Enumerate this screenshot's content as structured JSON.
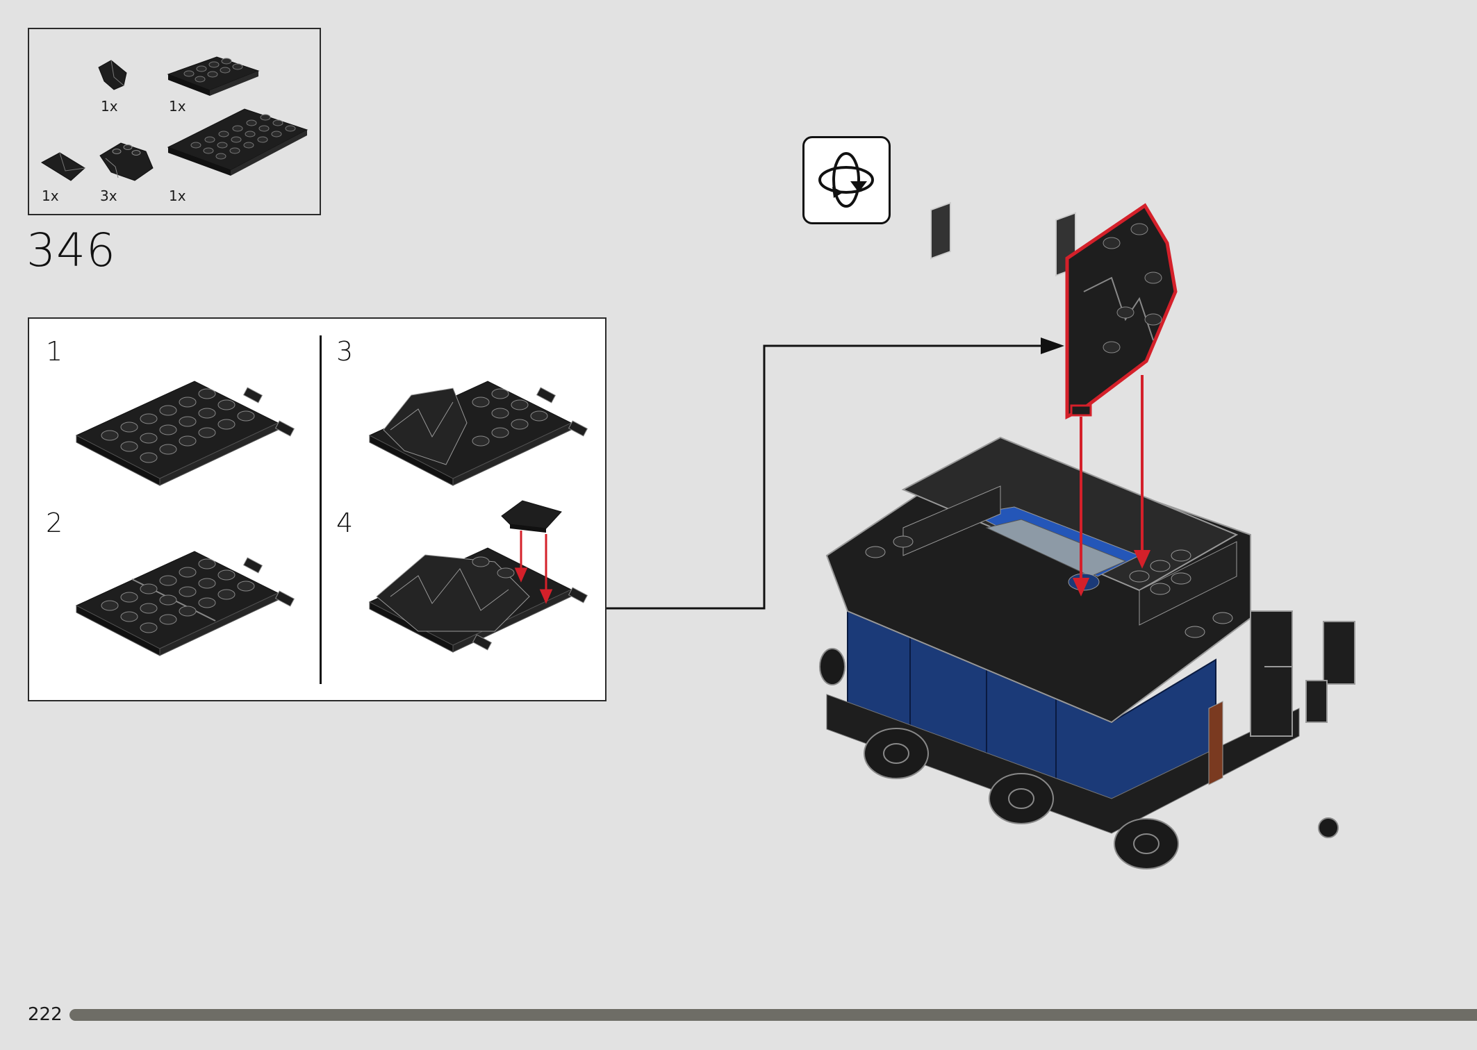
{
  "step": {
    "number": "346"
  },
  "parts": [
    {
      "qty": "1x",
      "icon": "slope-wedge-icon"
    },
    {
      "qty": "1x",
      "icon": "plate-2x4-icon"
    },
    {
      "qty": "1x",
      "icon": "wedge-small-icon"
    },
    {
      "qty": "3x",
      "icon": "rock-panel-icon"
    },
    {
      "qty": "1x",
      "icon": "plate-4x6-icon"
    }
  ],
  "substeps": [
    {
      "num": "1"
    },
    {
      "num": "2"
    },
    {
      "num": "3"
    },
    {
      "num": "4"
    }
  ],
  "rotate": {
    "icon": "rotate-model-icon"
  },
  "footer": {
    "page_number": "222",
    "progress": 1.0
  },
  "colors": {
    "background": "#e2e2e2",
    "brick_black": "#1e1e1e",
    "brick_blue": "#1b3a78",
    "highlight_red": "#d4202a",
    "progress_bar": "#6e6d66"
  }
}
